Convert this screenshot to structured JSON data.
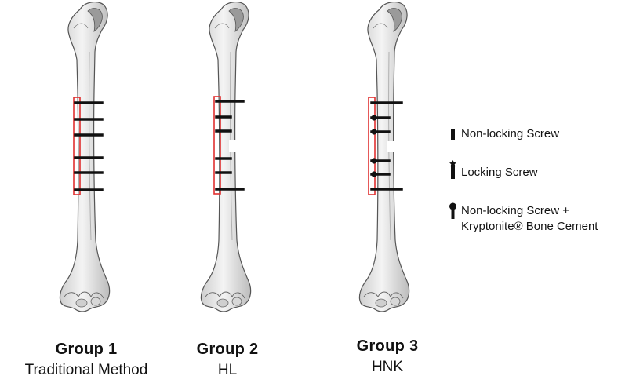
{
  "groups": [
    {
      "title": "Group 1",
      "subtitle": "Traditional Method"
    },
    {
      "title": "Group 2",
      "subtitle": "HL"
    },
    {
      "title": "Group 3",
      "subtitle": "HNK"
    }
  ],
  "legend": [
    {
      "label": "Non-locking Screw",
      "icon": "non-locking-screw-icon"
    },
    {
      "label": "Locking Screw",
      "icon": "locking-screw-icon"
    },
    {
      "label": "Non-locking Screw +",
      "label2": "Kryptonite® Bone Cement",
      "icon": "cement-screw-icon"
    }
  ],
  "colors": {
    "plate": "#e03030",
    "screw": "#111111",
    "bone_fill": "#ececec",
    "bone_stroke": "#555555"
  }
}
